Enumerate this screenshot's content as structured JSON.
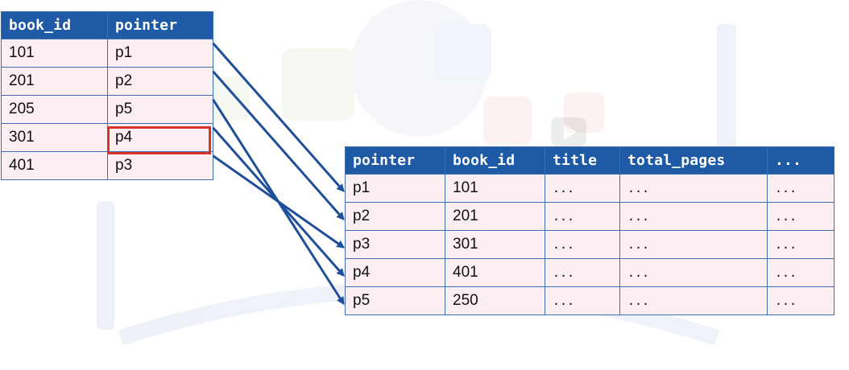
{
  "index_table": {
    "headers": [
      "book_id",
      "pointer"
    ],
    "rows": [
      [
        "101",
        "p1"
      ],
      [
        "201",
        "p2"
      ],
      [
        "205",
        "p5"
      ],
      [
        "301",
        "p4"
      ],
      [
        "401",
        "p3"
      ]
    ],
    "highlighted_row_index": 3
  },
  "data_table": {
    "headers": [
      "pointer",
      "book_id",
      "title",
      "total_pages",
      "..."
    ],
    "rows": [
      [
        "p1",
        "101",
        "...",
        "...",
        "..."
      ],
      [
        "p2",
        "201",
        "...",
        "...",
        "..."
      ],
      [
        "p3",
        "301",
        "...",
        "...",
        "..."
      ],
      [
        "p4",
        "401",
        "...",
        "...",
        "..."
      ],
      [
        "p5",
        "250",
        "...",
        "...",
        "..."
      ]
    ]
  },
  "connections": [
    {
      "from": "p1",
      "to": "p1"
    },
    {
      "from": "p2",
      "to": "p2"
    },
    {
      "from": "p5",
      "to": "p5"
    },
    {
      "from": "p4",
      "to": "p4"
    },
    {
      "from": "p3",
      "to": "p3"
    }
  ],
  "colors": {
    "header_fill": "#1f5aa6",
    "cell_fill": "#fbeff1",
    "border": "#3c6db3",
    "arrow": "#1f4f99",
    "highlight": "#d9322b"
  }
}
